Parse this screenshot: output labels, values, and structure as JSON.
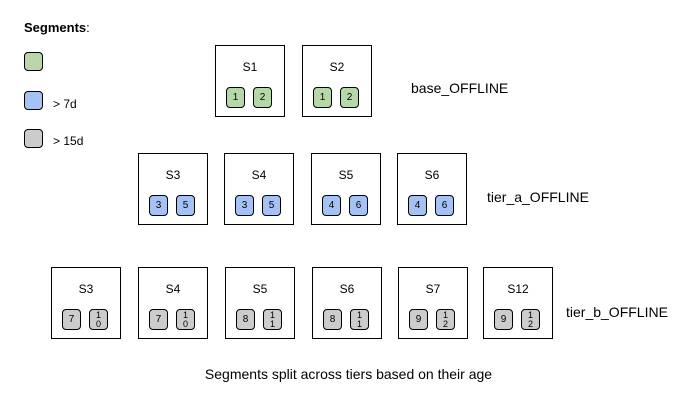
{
  "legend": {
    "title": "Segments",
    "title_suffix": ":",
    "items": [
      {
        "label": "",
        "color": "#b6d7a8"
      },
      {
        "label": "> 7d",
        "color": "#a4c2f4"
      },
      {
        "label": "> 15d",
        "color": "#cccccc"
      }
    ]
  },
  "tiers": [
    {
      "label": "base_OFFLINE",
      "color": "#b6d7a8",
      "servers": [
        {
          "name": "S1",
          "segments": [
            "1",
            "2"
          ]
        },
        {
          "name": "S2",
          "segments": [
            "1",
            "2"
          ]
        }
      ]
    },
    {
      "label": "tier_a_OFFLINE",
      "color": "#a4c2f4",
      "servers": [
        {
          "name": "S3",
          "segments": [
            "3",
            "5"
          ]
        },
        {
          "name": "S4",
          "segments": [
            "3",
            "5"
          ]
        },
        {
          "name": "S5",
          "segments": [
            "4",
            "6"
          ]
        },
        {
          "name": "S6",
          "segments": [
            "4",
            "6"
          ]
        }
      ]
    },
    {
      "label": "tier_b_OFFLINE",
      "color": "#cccccc",
      "servers": [
        {
          "name": "S3",
          "segments": [
            "7",
            "10"
          ]
        },
        {
          "name": "S4",
          "segments": [
            "7",
            "10"
          ]
        },
        {
          "name": "S5",
          "segments": [
            "8",
            "11"
          ]
        },
        {
          "name": "S6",
          "segments": [
            "8",
            "11"
          ]
        },
        {
          "name": "S7",
          "segments": [
            "9",
            "12"
          ]
        },
        {
          "name": "S12",
          "segments": [
            "9",
            "12"
          ]
        }
      ]
    }
  ],
  "caption": "Segments split across tiers based on their age"
}
